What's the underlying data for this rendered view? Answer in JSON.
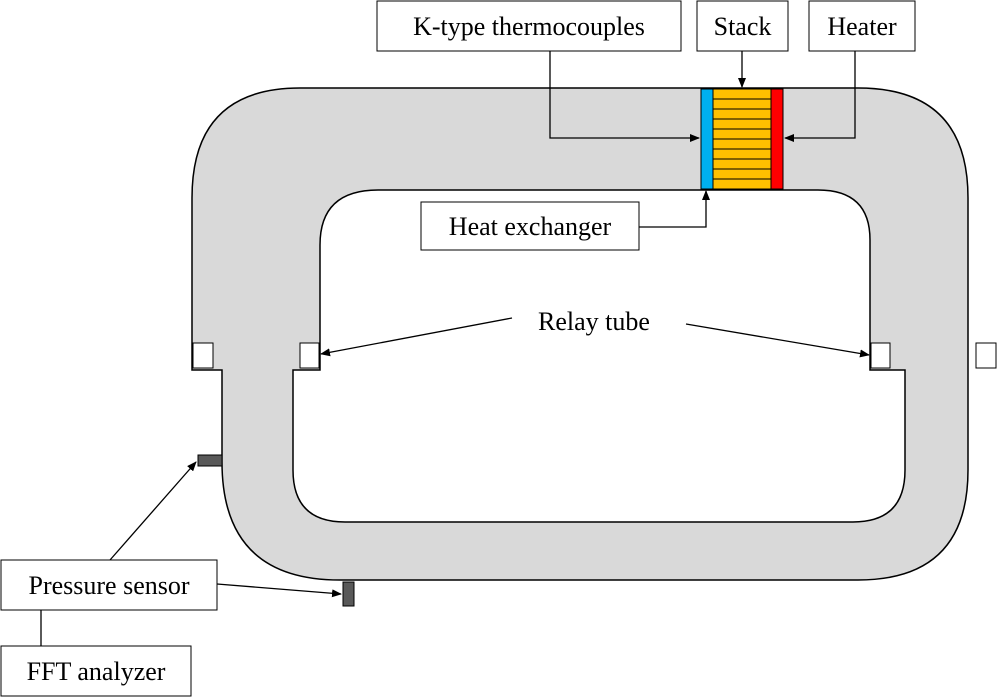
{
  "labels": {
    "thermocouples": "K-type thermocouples",
    "stack": "Stack",
    "heater": "Heater",
    "heat_exchanger": "Heat exchanger",
    "relay_tube": "Relay tube",
    "pressure_sensor": "Pressure sensor",
    "fft_analyzer": "FFT analyzer"
  },
  "colors": {
    "tube_fill": "#d9d9d9",
    "outline": "#000000",
    "stack_fill": "#ffc000",
    "heat_exchanger_fill": "#00b0f0",
    "heater_fill": "#ff0000",
    "sensor_fill": "#595959",
    "relay_fill": "#ffffff"
  }
}
